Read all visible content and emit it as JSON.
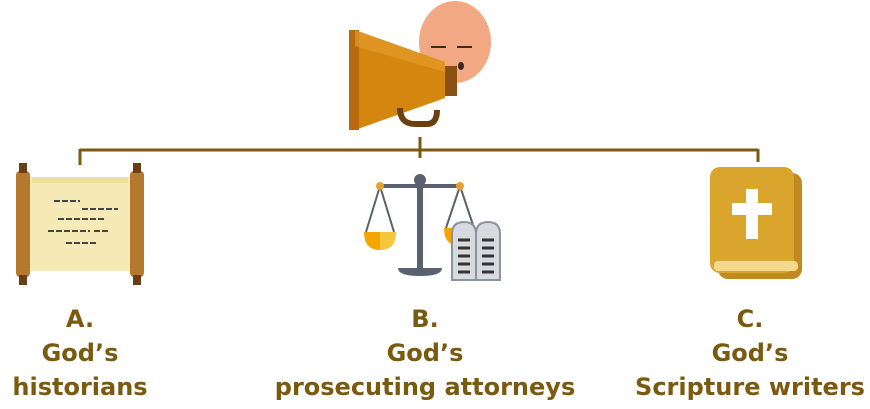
{
  "diagram": {
    "colors": {
      "connector": "#7a5a0f",
      "label_text": "#7a5a0f",
      "megaphone": "#d4860f",
      "face": "#f2a883",
      "bible": "#d9a52d",
      "scroll": "#f5e9b5",
      "scale": "#5a6070"
    },
    "top_icon": "megaphone-speaker-icon",
    "items": [
      {
        "icon": "scroll-icon",
        "letter": "A.",
        "line1": "God’s",
        "line2": "historians"
      },
      {
        "icon": "scales-tablets-icon",
        "letter": "B.",
        "line1": "God’s",
        "line2": "prosecuting attorneys"
      },
      {
        "icon": "bible-icon",
        "letter": "C.",
        "line1": "God’s",
        "line2": "Scripture writers"
      }
    ]
  }
}
